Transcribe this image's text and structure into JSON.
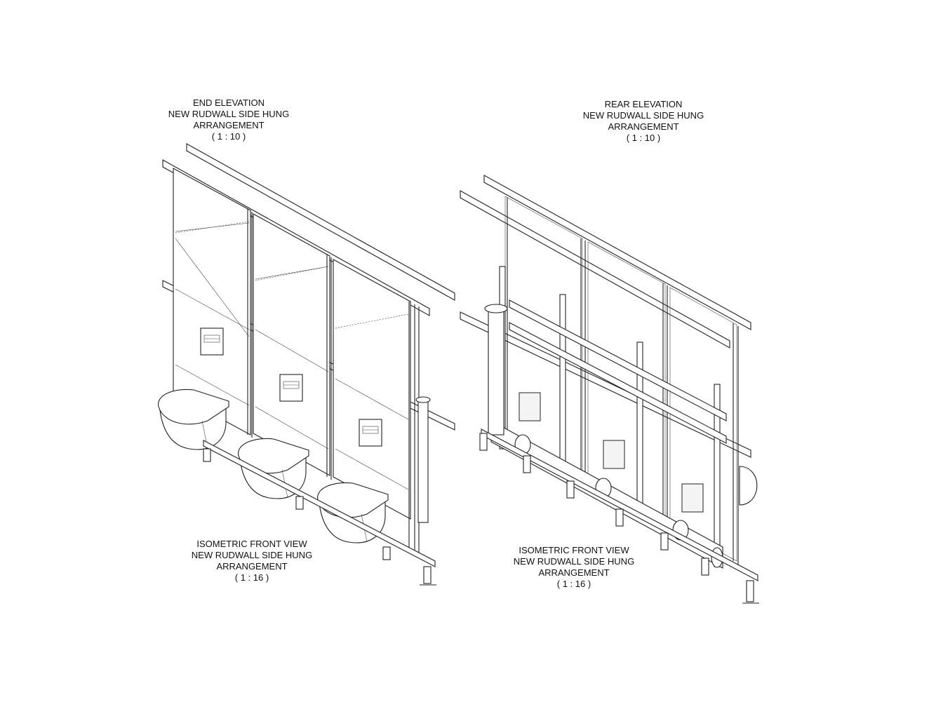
{
  "views": [
    {
      "id": "front-left",
      "lines": [
        "END ELEVATION",
        "NEW RUDWALL SIDE HUNG",
        "ARRANGEMENT",
        "( 1 : 10 )"
      ]
    },
    {
      "id": "rear-top",
      "lines": [
        "REAR ELEVATION",
        "NEW RUDWALL SIDE HUNG",
        "ARRANGEMENT",
        "( 1 : 10 )"
      ]
    },
    {
      "id": "front-bottom",
      "lines": [
        "ISOMETRIC FRONT VIEW",
        "NEW RUDWALL SIDE HUNG",
        "ARRANGEMENT",
        "( 1 : 16 )"
      ]
    },
    {
      "id": "rear-bottom",
      "lines": [
        "ISOMETRIC FRONT VIEW",
        "NEW RUDWALL SIDE HUNG",
        "ARRANGEMENT",
        "( 1 : 16 )"
      ]
    }
  ],
  "colors": {
    "line": "#222222",
    "background": "#ffffff"
  }
}
